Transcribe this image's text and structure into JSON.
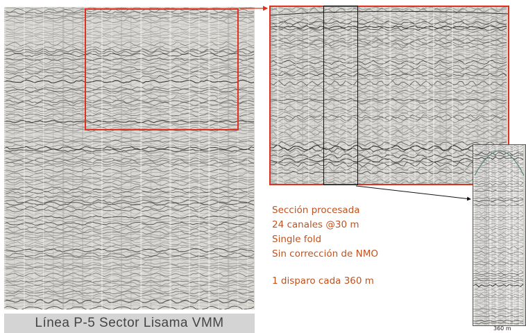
{
  "caption": "Línea P-5 Sector Lisama VMM",
  "notes": {
    "line1": "Sección procesada",
    "line2": "24 canales @30 m",
    "line3": "Single fold",
    "line4": "Sin corrección de NMO",
    "line5": "1 disparo cada 360 m"
  },
  "scale_label": "360 m",
  "colors": {
    "highlight_box": "#e0301e",
    "notes_text": "#c0521e",
    "caption_background": "#d4d4d4"
  }
}
